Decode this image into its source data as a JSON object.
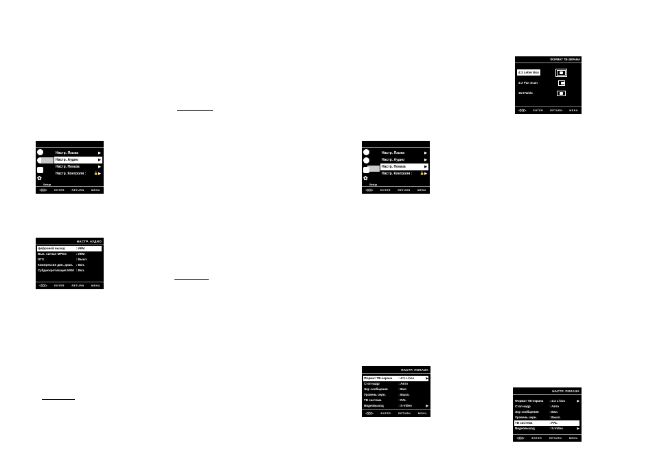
{
  "common": {
    "nav_icon": "◁◇▷",
    "enter": "ENTER",
    "return": "RETURN",
    "menu": "MENU"
  },
  "setup_menu": {
    "setup_label": "Setup",
    "items": [
      {
        "label": "Настр. Языка",
        "arrow": "▶"
      },
      {
        "label": "Настр. Аудио",
        "arrow": "▶"
      },
      {
        "label": "Настр. Показа",
        "arrow": "▶"
      },
      {
        "label": "Настр. Контроля :",
        "arrow": "🔓▶"
      }
    ]
  },
  "audio_menu": {
    "title": "НАСТР. АУДИО",
    "rows": [
      {
        "label": "Цифровой выход",
        "value": ": ИКМ",
        "arrow": ""
      },
      {
        "label": "Вых. сигнал MPEG",
        "value": ": ИКМ",
        "arrow": ""
      },
      {
        "label": "DTS",
        "value": ": Выкл.",
        "arrow": ""
      },
      {
        "label": "Компрессия дин. диап.",
        "value": ": Вкл.",
        "arrow": ""
      },
      {
        "label": "Субдискретизация ИКМ",
        "value": ": Вкл.",
        "arrow": ""
      }
    ]
  },
  "display_menu": {
    "title": "НАСТР. ПОКАЗА",
    "rows": [
      {
        "label": "Формат ТВ-экрана",
        "value": ": 4:3 L-box",
        "arrow": "▶"
      },
      {
        "label": "Стоп-кадр",
        "value": ": Авто",
        "arrow": ""
      },
      {
        "label": "Экр сообщения",
        "value": ": Вкл.",
        "arrow": ""
      },
      {
        "label": "Уровень черн.",
        "value": ": Выкл.",
        "arrow": ""
      },
      {
        "label": "ТВ система",
        "value": ": PAL",
        "arrow": ""
      },
      {
        "label": "Видеовыход",
        "value": ": S-Video",
        "arrow": "▶"
      }
    ]
  },
  "tv_format": {
    "title": "ФОРМАТ ТВ-ЭКРАНА",
    "options": [
      {
        "label": "4:3 Letter Box"
      },
      {
        "label": "4:3 Pan Scan"
      },
      {
        "label": "16:9 Wide"
      }
    ]
  }
}
